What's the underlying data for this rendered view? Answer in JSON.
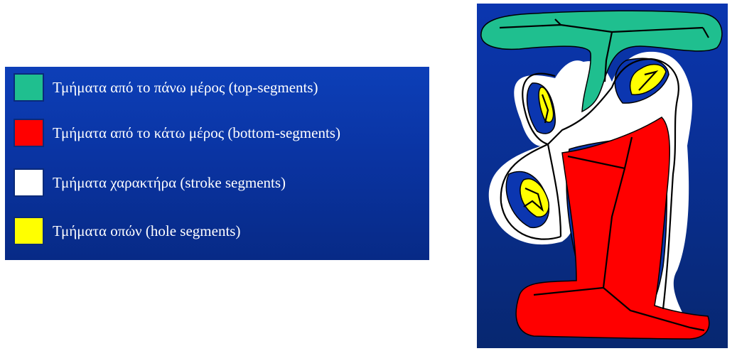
{
  "legend": {
    "items": [
      {
        "key": "top",
        "label": "Τμήματα από το πάνω μέρος (top-segments)",
        "color": "#1fbf8f"
      },
      {
        "key": "bottom",
        "label": "Τμήματα από το κάτω μέρος (bottom-segments)",
        "color": "#ff0000"
      },
      {
        "key": "stroke",
        "label": "Τμήματα χαρακτήρα (stroke segments)",
        "color": "#ffffff"
      },
      {
        "key": "hole",
        "label": "Τμήματα οπών (hole segments)",
        "color": "#ffff00"
      }
    ]
  },
  "figure": {
    "background_top": "#0b36b0",
    "background_bottom": "#072770",
    "top_color": "#1fbf8f",
    "bottom_color": "#ff0000",
    "stroke_color": "#ffffff",
    "hole_color": "#ffff00",
    "skeleton_color": "#000000"
  }
}
